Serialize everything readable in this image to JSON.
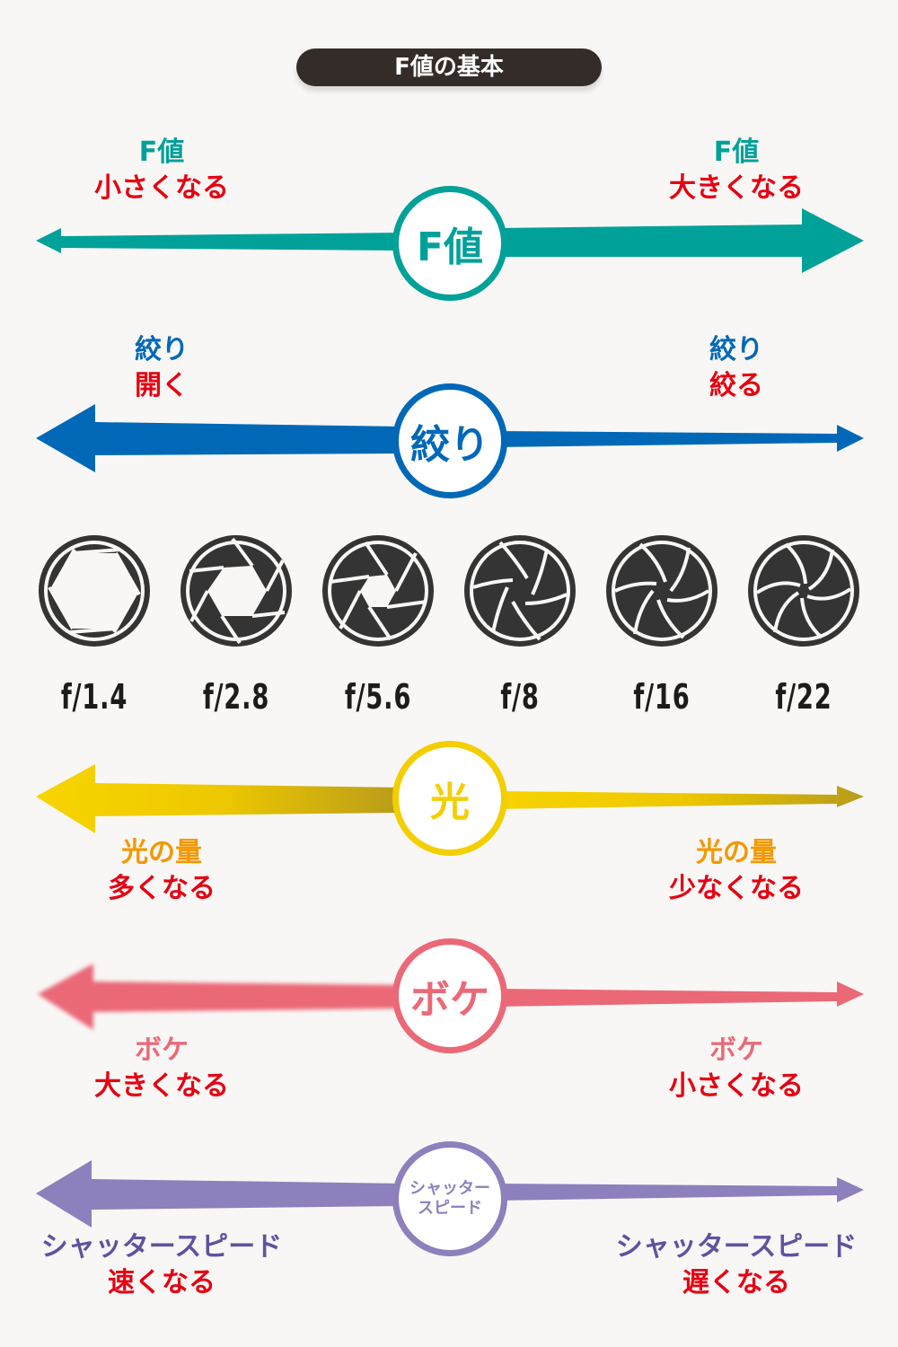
{
  "title": "F値の基本",
  "colors": {
    "fvalue": "#00a199",
    "aperture": "#0068b7",
    "light": "#f3ce00",
    "light_end": "#b89b1b",
    "light_label": "#f39800",
    "bokeh": "#eb6877",
    "shutter": "#8d80bc",
    "shutter_label": "#5f52a0",
    "emphasis": "#e60012",
    "title_bg": "#342c29",
    "background": "#f8f7f5"
  },
  "rows": [
    {
      "id": "fvalue",
      "badge": "F値",
      "left": {
        "line1": "F値",
        "line2": "小さくなる"
      },
      "right": {
        "line1": "F値",
        "line2": "大きくなる"
      }
    },
    {
      "id": "aperture",
      "badge": "絞り",
      "left": {
        "line1": "絞り",
        "line2": "開く"
      },
      "right": {
        "line1": "絞り",
        "line2": "絞る"
      }
    },
    {
      "id": "light",
      "badge": "光",
      "left": {
        "line1": "光の量",
        "line2": "多くなる"
      },
      "right": {
        "line1": "光の量",
        "line2": "少なくなる"
      }
    },
    {
      "id": "bokeh",
      "badge": "ボケ",
      "left": {
        "line1": "ボケ",
        "line2": "大きくなる"
      },
      "right": {
        "line1": "ボケ",
        "line2": "小さくなる"
      }
    },
    {
      "id": "shutter",
      "badge_line1": "シャッター",
      "badge_line2": "スピード",
      "left": {
        "line1": "シャッタースピード",
        "line2": "速くなる"
      },
      "right": {
        "line1": "シャッタースピード",
        "line2": "遅くなる"
      }
    }
  ],
  "apertures": [
    {
      "label": "f/1.4",
      "icon": "aperture-wide-open"
    },
    {
      "label": "f/2.8",
      "icon": "aperture-open"
    },
    {
      "label": "f/5.6",
      "icon": "aperture-medium"
    },
    {
      "label": "f/8",
      "icon": "aperture-medium-closed"
    },
    {
      "label": "f/16",
      "icon": "aperture-closed"
    },
    {
      "label": "f/22",
      "icon": "aperture-most-closed"
    }
  ]
}
